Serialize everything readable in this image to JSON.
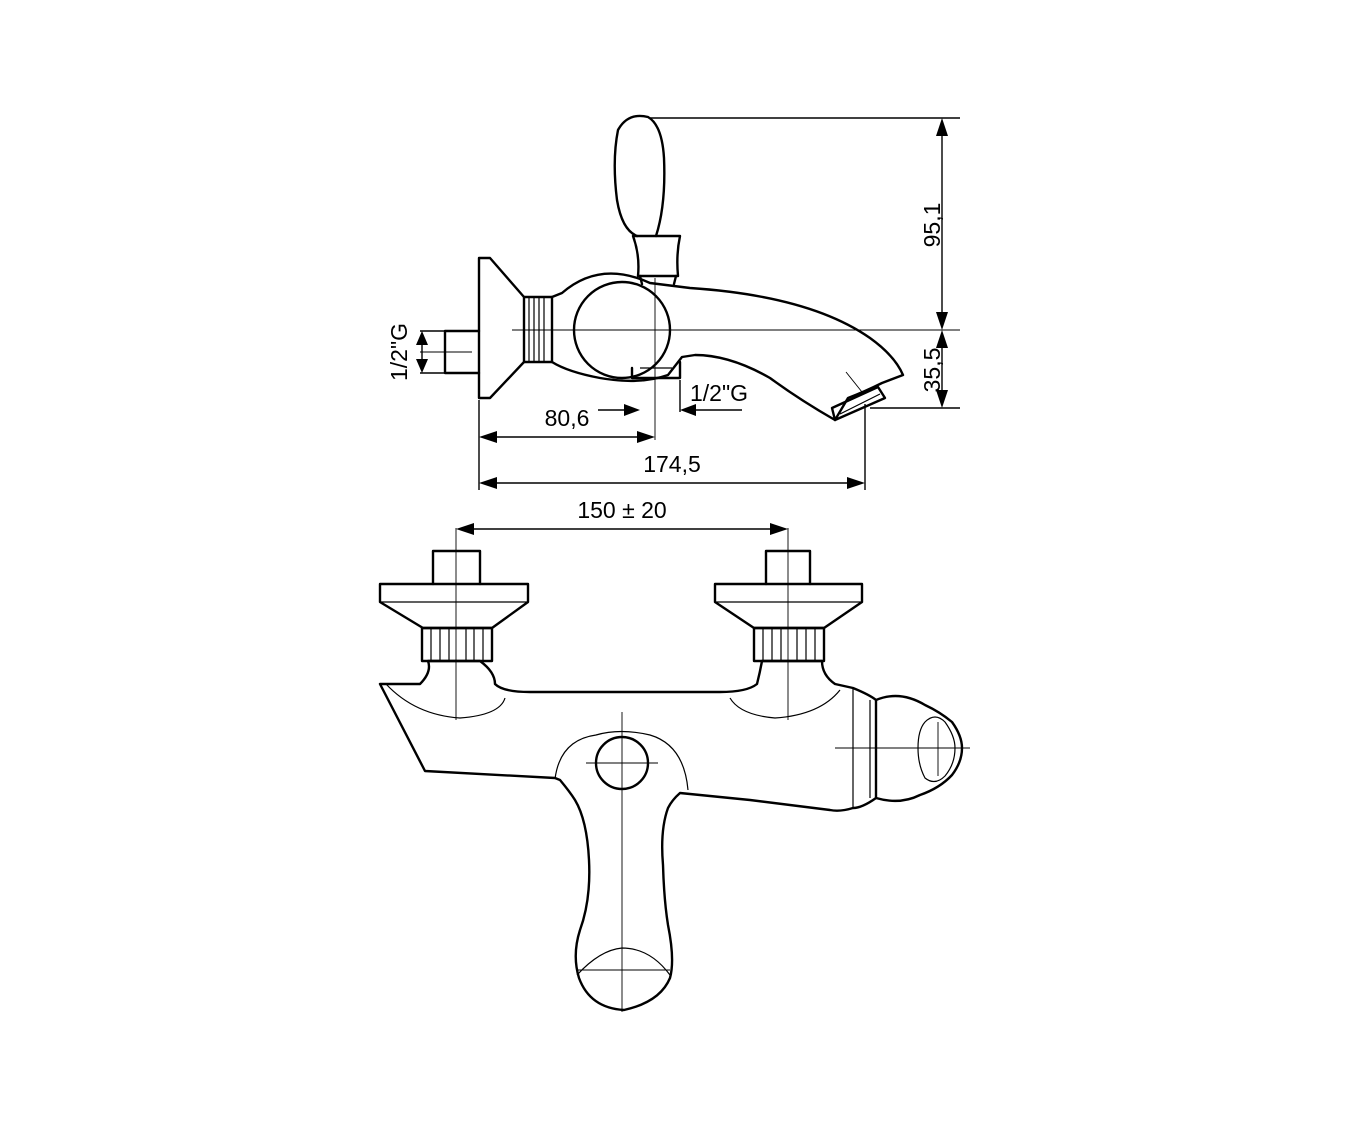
{
  "dimensions": {
    "handle_height": "95,1",
    "spout_drop": "35,5",
    "inlet_thread": "1/2\"G",
    "outlet_thread": "1/2\"G",
    "wall_to_axis": "80,6",
    "total_depth": "174,5",
    "connection_spacing": "150 ± 20"
  }
}
